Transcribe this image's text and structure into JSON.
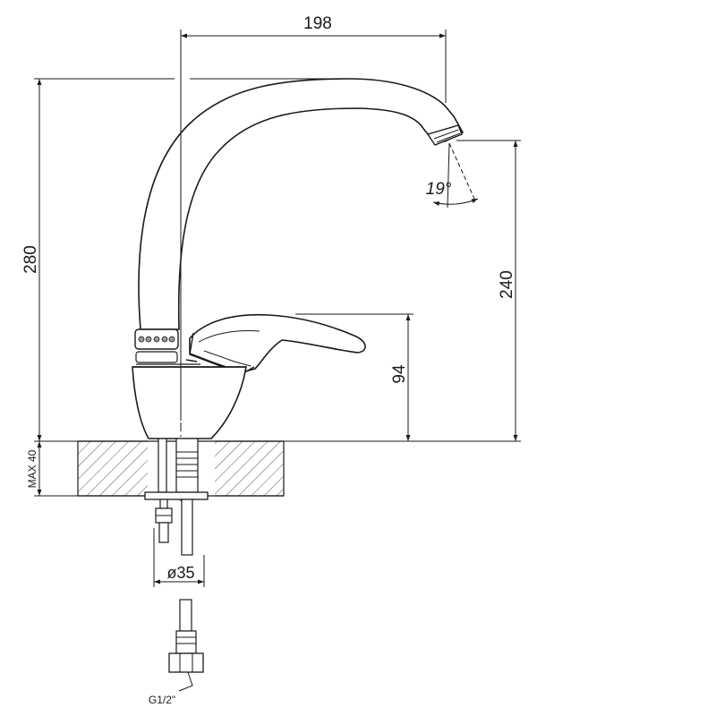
{
  "dimensions": {
    "width": "198",
    "height_total": "280",
    "spout_height": "240",
    "lever_height": "94",
    "deck_max": "MAX 40",
    "diameter": "ø35",
    "angle": "19°",
    "thread": "G1/2\""
  },
  "colors": {
    "line": "#1a1a1a",
    "background": "#ffffff",
    "hatch": "#555555",
    "part_shade": "#9a9a9a"
  }
}
